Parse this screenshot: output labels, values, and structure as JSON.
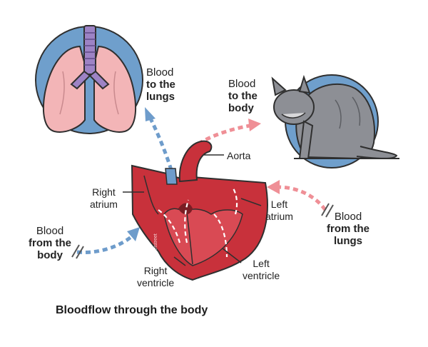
{
  "labels": {
    "to_lungs_line1": "Blood",
    "to_lungs_line2": "to the",
    "to_lungs_line3": "lungs",
    "to_body_line1": "Blood",
    "to_body_line2": "to the",
    "to_body_line3": "body",
    "from_body_line1": "Blood",
    "from_body_line2": "from the",
    "from_body_line3": "body",
    "from_lungs_line1": "Blood",
    "from_lungs_line2": "from the",
    "from_lungs_line3": "lungs",
    "aorta": "Aorta",
    "right_atrium_line1": "Right",
    "right_atrium_line2": "atrium",
    "left_atrium_line1": "Left",
    "left_atrium_line2": "atrium",
    "right_ventricle_line1": "Right",
    "right_ventricle_line2": "ventricle",
    "left_ventricle_line1": "Left",
    "left_ventricle_line2": "ventricle"
  },
  "watermark": "©Vetstreet",
  "caption": "Bloodflow through the body",
  "colors": {
    "deoxygenated": "#6e9ccb",
    "oxygenated": "#ef8f96",
    "heart": "#c8313b",
    "lungs": "#f3b5b7",
    "trachea": "#9d83c5",
    "circle_bg": "#6f9fcc",
    "cat": "#8d8f95"
  }
}
